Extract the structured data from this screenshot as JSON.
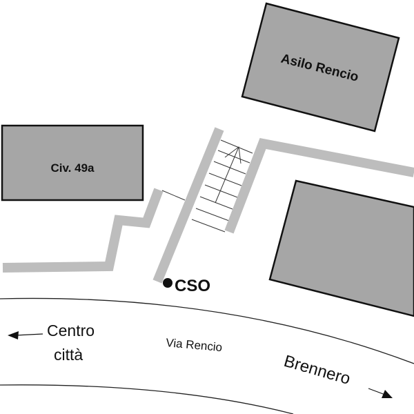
{
  "buildings": {
    "asilo": "Asilo Rencio",
    "civ": "Civ. 49a"
  },
  "marker": {
    "label": "CSO"
  },
  "street": {
    "name": "Via Rencio"
  },
  "directions": {
    "left_line1": "Centro",
    "left_line2": "città",
    "right": "Brennero"
  },
  "colors": {
    "building": "#a6a6a6",
    "wall": "#bdbdbd",
    "line": "#1a1a1a"
  }
}
